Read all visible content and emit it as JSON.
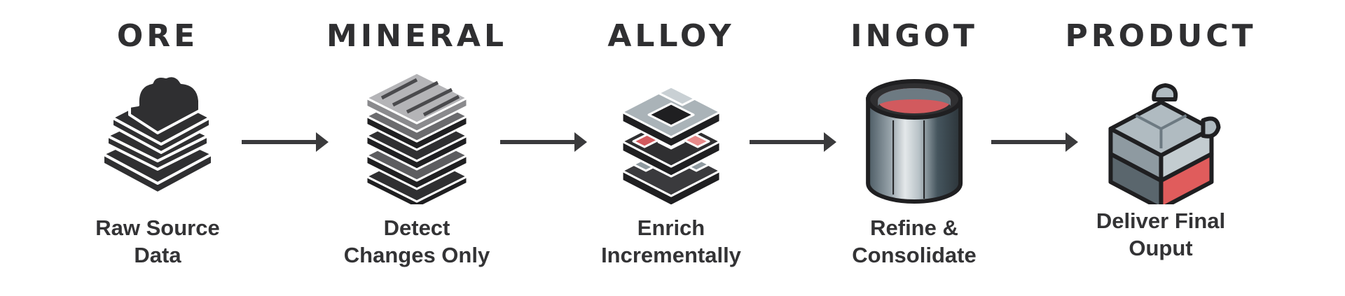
{
  "stages": [
    {
      "title": "ORE",
      "caption_line1": "Raw Source",
      "caption_line2": "Data",
      "icon": "stacked-layers-icon"
    },
    {
      "title": "MINERAL",
      "caption_line1": "Detect",
      "caption_line2": "Changes Only",
      "icon": "striped-layers-icon"
    },
    {
      "title": "ALLOY",
      "caption_line1": "Enrich",
      "caption_line2": "Incrementally",
      "icon": "patterned-layers-icon"
    },
    {
      "title": "INGOT",
      "caption_line1": "Refine &",
      "caption_line2": "Consolidate",
      "icon": "cylinder-icon"
    },
    {
      "title": "PRODUCT",
      "caption_line1": "Deliver Final",
      "caption_line2": "Ouput",
      "icon": "puzzle-block-icon"
    }
  ],
  "colors": {
    "dark": "#2f2f31",
    "accent": "#e05c5c",
    "steel": "#9aa6ad",
    "light": "#d9dee1"
  }
}
